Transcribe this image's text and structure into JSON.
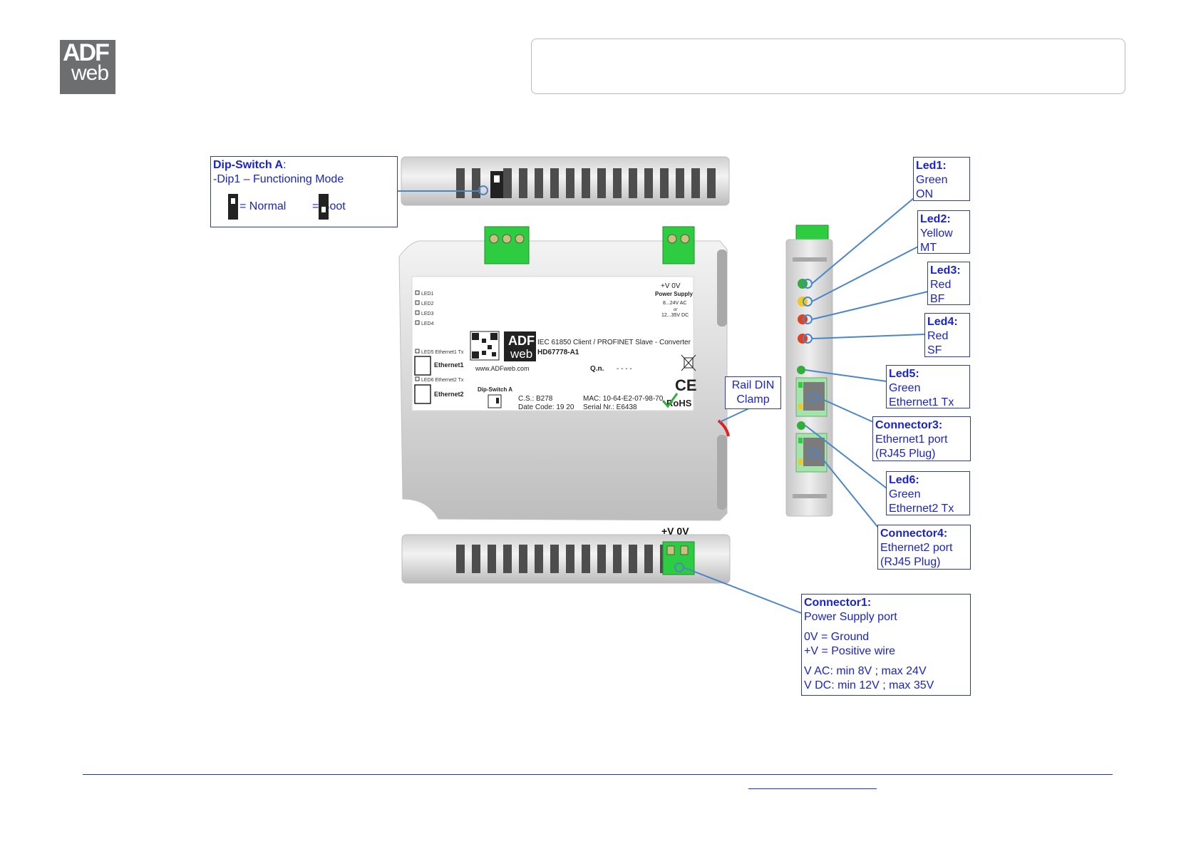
{
  "brand": {
    "logo_line1": "ADF",
    "logo_line2": "web"
  },
  "device_label": {
    "leds": [
      "LED1",
      "LED2",
      "LED3",
      "LED4"
    ],
    "led5": "LED5 Ethernet1 Tx",
    "led6": "LED6 Ethernet2 Tx",
    "eth1": "Ethernet1",
    "eth2": "Ethernet2",
    "power_v": "+V   0V",
    "power_title": "Power Supply",
    "power_ac": "8...24V AC",
    "power_or": "or",
    "power_dc": "12...35V DC",
    "logo_line1": "ADF",
    "logo_line2": "web",
    "product": "IEC 61850 Client / PROFINET Slave - Converter",
    "model": "HD67778-A1",
    "website": "www.ADFweb.com",
    "qn_label": "Q.n.",
    "qn_value": "- - - -",
    "dip_title": "Dip-Switch A",
    "cs": "C.S.: B278",
    "date_code": "Date Code: 19 20",
    "mac": "MAC: 10-64-E2-07-98-70",
    "serial": "Serial Nr.: E6438",
    "ce": "CE",
    "rohs": "RoHS"
  },
  "bottom_view": {
    "power_label": "+V 0V"
  },
  "callouts": {
    "dip_switch": {
      "title": "Dip-Switch A",
      "title_suffix": ":",
      "line1": "-Dip1 – Functioning Mode",
      "normal": "= Normal",
      "boot": "= Boot"
    },
    "led1": {
      "title": "Led1",
      "l1": "Green",
      "l2": "ON"
    },
    "led2": {
      "title": "Led2",
      "l1": "Yellow",
      "l2": "MT"
    },
    "led3": {
      "title": "Led3",
      "l1": "Red",
      "l2": "BF"
    },
    "led4": {
      "title": "Led4",
      "l1": "Red",
      "l2": "SF"
    },
    "led5": {
      "title": "Led5",
      "l1": "Green",
      "l2": "Ethernet1 Tx"
    },
    "led6": {
      "title": "Led6",
      "l1": "Green",
      "l2": "Ethernet2 Tx"
    },
    "connector3": {
      "title": "Connector3",
      "l1": "Ethernet1 port",
      "l2": "(RJ45 Plug)"
    },
    "connector4": {
      "title": "Connector4",
      "l1": "Ethernet2 port",
      "l2": "(RJ45 Plug)"
    },
    "rail": {
      "l1": "Rail DIN",
      "l2": "Clamp"
    },
    "connector1": {
      "title": "Connector1",
      "l1": "Power Supply port",
      "l2": "0V = Ground",
      "l3": "+V = Positive wire",
      "l4": "V AC: min 8V ; max 24V",
      "l5": "V DC: min 12V ; max 35V"
    }
  },
  "colors": {
    "callout_text": "#1a24c9",
    "callout_border": "#2c3e9c",
    "leader": "#4a86c8",
    "led_green": "#2fae3a",
    "led_yellow": "#f2c81e",
    "led_red": "#e2401e",
    "terminal_green": "#2ecc40"
  }
}
